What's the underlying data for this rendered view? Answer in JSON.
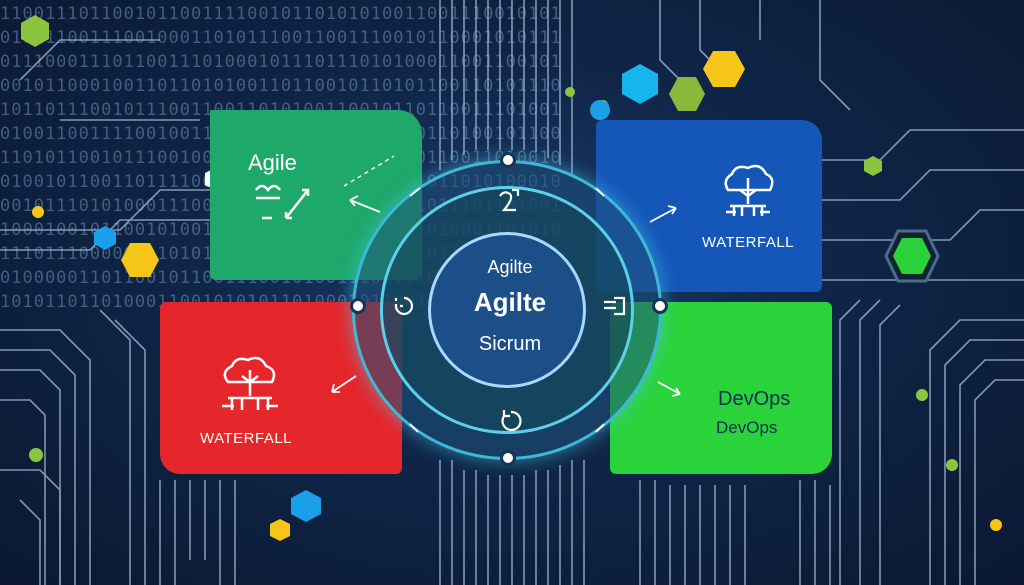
{
  "background": {
    "binary_rows": [
      "11001110110010110011110010110101010011001110010101",
      "01001100111001000110101110011001110010110001010111",
      "01110001110110011101000101110111010100011001100101",
      "00101100010011011010100110110010110101100110101110",
      "10110111001011100110011010100110010110110011101001",
      "01001100111100100110101010011000100110110100101100",
      "11010110010111001001101010101100111100110011010010",
      "01001011001101111001011010101001110001011010100010",
      "00101110101000111000101111010111000101011101101001",
      "10001001011001010011111011010110011011010001101010",
      "11101110000001101010101001110110100001011001101011",
      "01000001101100101100111001010011101111011010101001",
      "10101101101000110010101011010001011001001001011110"
    ],
    "colors": {
      "bg_dark": "#0a1832",
      "circuit_line": "#9fb6cf",
      "binary_text": "#6f8fb8"
    }
  },
  "panels": {
    "agile": {
      "title": "Agile",
      "icon": "handshake-arrow-icon",
      "color": "#1ea86a"
    },
    "waterfall_top": {
      "title": "WATERFALL",
      "icon": "cloud-tree-icon",
      "color": "#1457b8"
    },
    "waterfall_bottom": {
      "title": "WATERFALL",
      "icon": "cloud-tree-icon",
      "color": "#e5262b"
    },
    "devops": {
      "title_line1": "DevOps",
      "title_line2": "DevOps",
      "color": "#2bd33a"
    }
  },
  "center": {
    "line1": "Agilte",
    "line2": "Agilte",
    "line3": "Sicrum",
    "ring_color": "#3fb7d6",
    "core_color": "#1c4e87",
    "icons": [
      "two-arrow-icon",
      "refresh-icon",
      "exit-icon",
      "cycle-icon"
    ]
  },
  "hexagons": {
    "colors": [
      "#8bc53f",
      "#f5c518",
      "#1aa0e8",
      "#2aa84a",
      "#ffffff"
    ]
  }
}
